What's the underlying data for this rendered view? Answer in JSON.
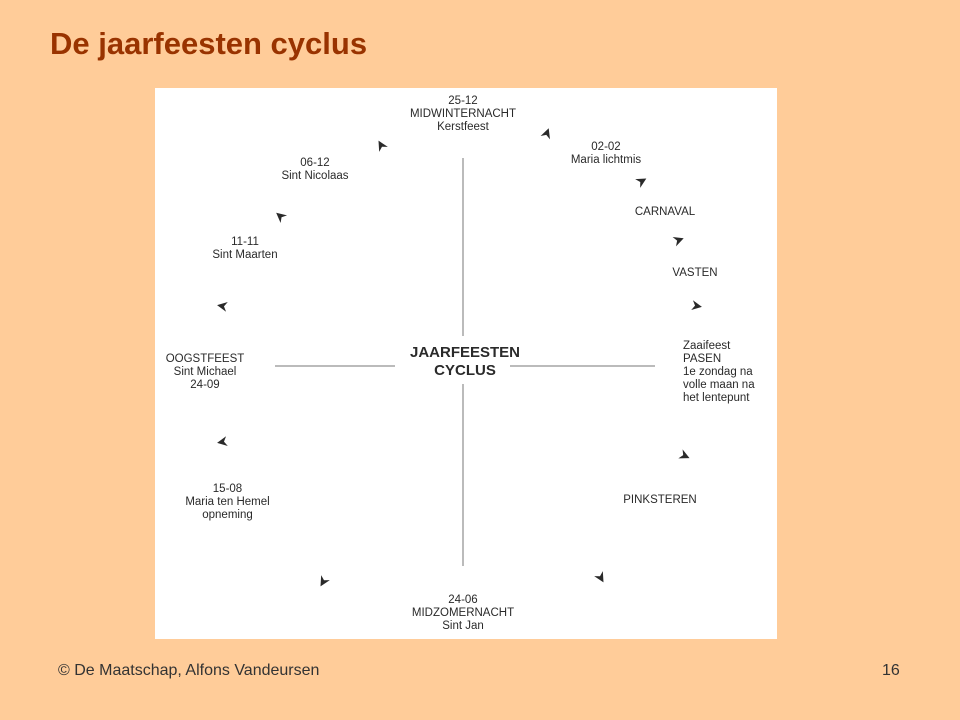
{
  "title": "De jaarfeesten cyclus",
  "center": [
    "JAARFEESTEN",
    "CYCLUS"
  ],
  "festivals": {
    "midwinter": [
      "25-12",
      "MIDWINTERNACHT",
      "Kerstfeest"
    ],
    "maria_lichtmis": [
      "02-02",
      "Maria lichtmis"
    ],
    "carnaval": [
      "CARNAVAL"
    ],
    "vasten": [
      "VASTEN"
    ],
    "pasen": [
      "Zaaifeest",
      "PASEN",
      "1e zondag na",
      "volle maan na",
      "het lentepunt"
    ],
    "pinksteren": [
      "PINKSTEREN"
    ],
    "midzomer": [
      "24-06",
      "MIDZOMERNACHT",
      "Sint Jan"
    ],
    "maria_ten_hemel": [
      "15-08",
      "Maria ten Hemel",
      "opneming"
    ],
    "oogstfeest": [
      "OOGSTFEEST",
      "Sint Michael",
      "24-09"
    ],
    "sint_maarten": [
      "11-11",
      "Sint Maarten"
    ],
    "sint_nicolaas": [
      "06-12",
      "Sint Nicolaas"
    ]
  },
  "footer": {
    "copyright": "© De Maatschap, Alfons Vandeursen",
    "page_number": "16"
  },
  "colors": {
    "background": "#ffcc99",
    "title": "#993300",
    "diagram_bg": "#ffffff",
    "ink": "#2a2a2a"
  }
}
